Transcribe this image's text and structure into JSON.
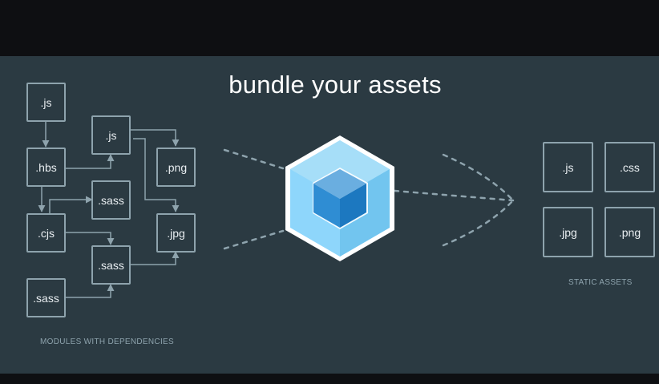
{
  "title": "bundle your assets",
  "modules": {
    "caption": "MODULES WITH DEPENDENCIES",
    "items": [
      ".js",
      ".hbs",
      ".cjs",
      ".sass",
      ".js",
      ".sass",
      ".sass",
      ".png",
      ".jpg"
    ]
  },
  "static_assets": {
    "caption": "STATIC ASSETS",
    "items": [
      ".js",
      ".css",
      ".jpg",
      ".png"
    ]
  },
  "colors": {
    "background": "#2b3a42",
    "box_border": "#8ea3ad",
    "cube_light": "#8ed6fb",
    "cube_dark": "#1c78c0"
  }
}
